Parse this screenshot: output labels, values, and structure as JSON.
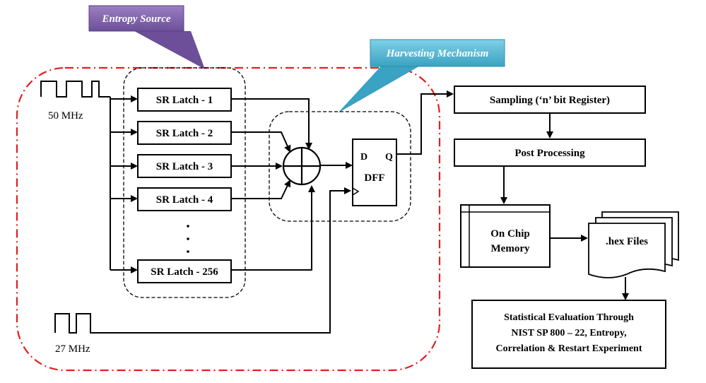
{
  "callouts": {
    "entropy_source": "Entropy Source",
    "harvesting_mechanism": "Harvesting Mechanism"
  },
  "clocks": {
    "clock_50": "50 MHz",
    "clock_27": "27 MHz"
  },
  "latches": {
    "l1": "SR Latch - 1",
    "l2": "SR Latch - 2",
    "l3": "SR Latch - 3",
    "l4": "SR Latch - 4",
    "l256": "SR Latch - 256"
  },
  "dff": {
    "d": "D",
    "q": "Q",
    "name": "DFF"
  },
  "pipeline": {
    "sampling": "Sampling (‘n’ bit Register)",
    "post_processing": "Post Processing",
    "memory_line1": "On Chip",
    "memory_line2": "Memory",
    "hex_files": ".hex Files",
    "evaluation_line1": "Statistical Evaluation Through",
    "evaluation_line2": "NIST SP 800 – 22, Entropy,",
    "evaluation_line3": "Correlation & Restart Experiment"
  },
  "colors": {
    "entropy_callout": "#7d5fa8",
    "harvest_callout": "#4fb3cf",
    "boundary": "#e02020"
  }
}
